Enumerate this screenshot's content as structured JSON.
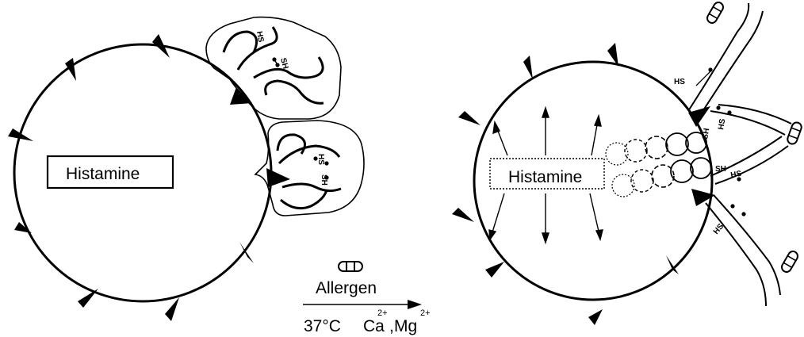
{
  "left_cell": {
    "label": "Histamine"
  },
  "right_cell": {
    "label": "Histamine"
  },
  "reaction": {
    "agent": "Allergen",
    "temperature": "37°C",
    "ion1": "Ca",
    "ion1_charge": "2+",
    "ion_sep": ",",
    "ion2": "Mg",
    "ion2_charge": "2+"
  },
  "group_labels": {
    "hs": "HS",
    "sh": "SH"
  }
}
